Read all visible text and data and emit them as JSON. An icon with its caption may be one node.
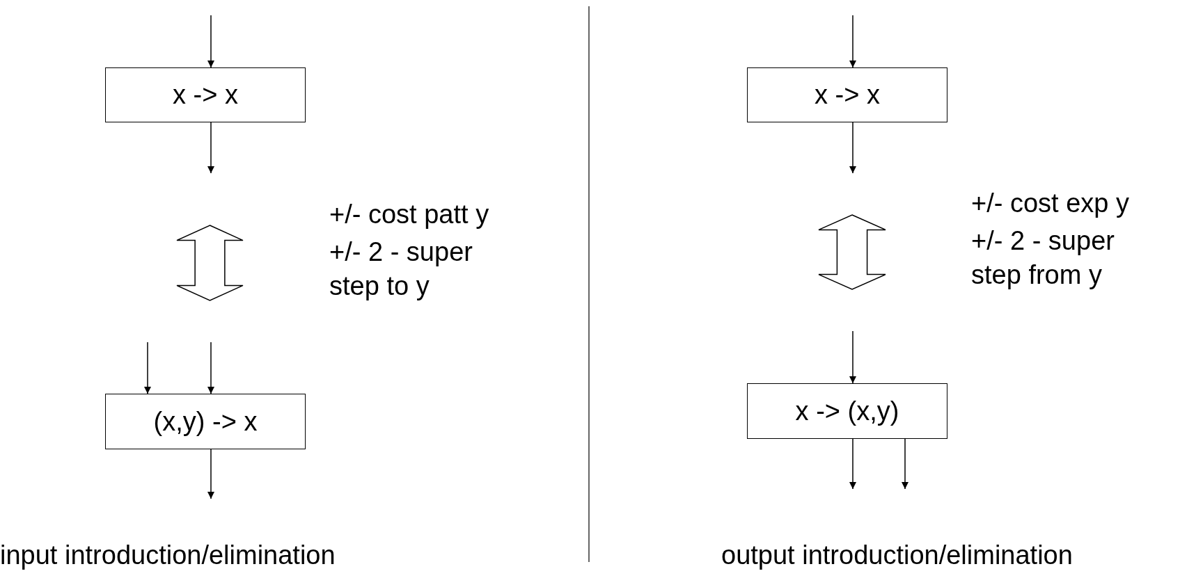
{
  "diagram": {
    "nodes": [
      {
        "text": [
          "x -> x"
        ]
      },
      {
        "text": [
          "(x,y) -> x"
        ]
      },
      {
        "text": [
          "x -> x"
        ]
      },
      {
        "text": [
          "x -> (x,y)"
        ]
      }
    ],
    "edges": [
      {
        "from": null,
        "to": 0,
        "arrow": "to"
      },
      {
        "from": 0,
        "to": null,
        "arrow": "to"
      },
      {
        "from": null,
        "to": 1,
        "arrow": "to"
      },
      {
        "from": null,
        "to": 1,
        "arrow": "to"
      },
      {
        "from": 1,
        "to": null,
        "arrow": "to"
      },
      {
        "from": null,
        "to": 2,
        "arrow": "to"
      },
      {
        "from": 2,
        "to": null,
        "arrow": "to"
      },
      {
        "from": null,
        "to": 3,
        "arrow": "to"
      },
      {
        "from": 3,
        "to": null,
        "arrow": "to"
      },
      {
        "from": 3,
        "to": null,
        "arrow": "to"
      }
    ],
    "labels": [
      "+/- cost patt y",
      "+/- 2 - super step to y",
      "input introduction/elimination",
      "+/- cost exp y",
      "+/- 2 - super step from y",
      "output introduction/elimination"
    ]
  }
}
